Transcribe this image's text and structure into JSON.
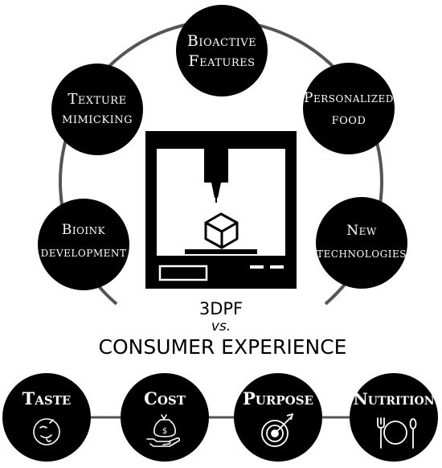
{
  "title": {
    "line1": "3DPF",
    "line2": "vs.",
    "line3": "CONSUMER EXPERIENCE"
  },
  "arc_nodes": [
    {
      "id": "bioactive",
      "lines": [
        "Bioactive",
        "Features"
      ]
    },
    {
      "id": "personalized",
      "lines": [
        "Personalized",
        "food"
      ]
    },
    {
      "id": "texture",
      "lines": [
        "Texture",
        "mimicking"
      ]
    },
    {
      "id": "bioink",
      "lines": [
        "Bioink",
        "development"
      ]
    },
    {
      "id": "newtech",
      "lines": [
        "New",
        "technologies"
      ]
    }
  ],
  "bottom_nodes": [
    {
      "id": "taste",
      "label": "Taste",
      "icon": "taste-icon"
    },
    {
      "id": "cost",
      "label": "Cost",
      "icon": "money-bag-hand-icon"
    },
    {
      "id": "purpose",
      "label": "Purpose",
      "icon": "target-icon"
    },
    {
      "id": "nutrition",
      "label": "Nutrition",
      "icon": "plate-fork-spoon-icon"
    }
  ],
  "center_icon": "3d-printer-icon",
  "colors": {
    "circle_fill": "#000000",
    "arc_stroke": "#555555",
    "text_on_dark": "#ffffff"
  }
}
